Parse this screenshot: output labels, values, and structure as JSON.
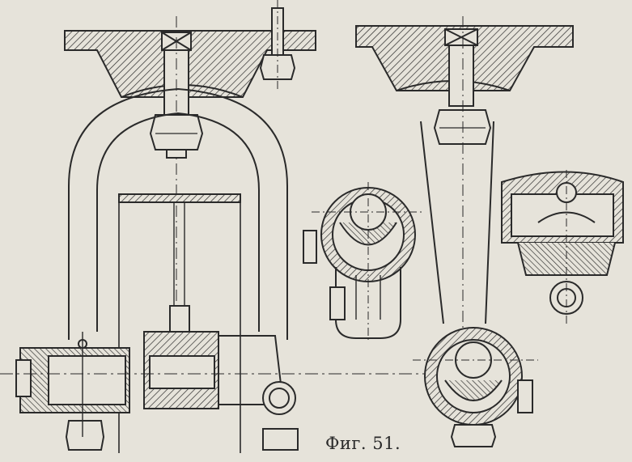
{
  "figure": {
    "caption": "Фиг. 51."
  },
  "colors": {
    "paper": "#e6e3da",
    "ink": "#2a2a2a"
  },
  "parts": [
    "left-suspension-bracket",
    "top-mounting-flange-left",
    "shackle-loop",
    "spring-pin-assembly",
    "ball-joint-detail-middle",
    "right-suspension-link",
    "top-mounting-flange-right",
    "ball-joint-detail-right",
    "ball-joint-detail-bottom-right"
  ]
}
